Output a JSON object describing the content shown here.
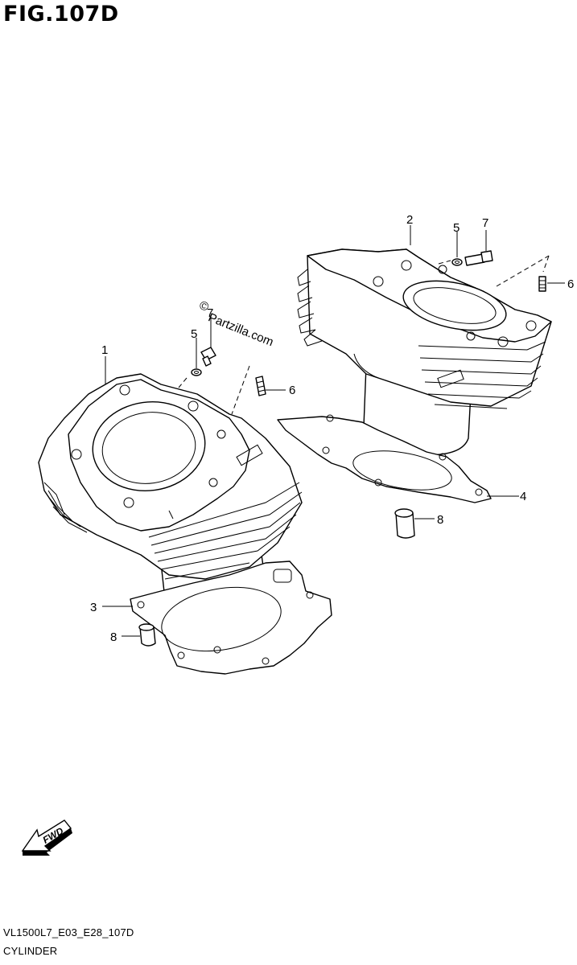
{
  "figure": {
    "title": "FIG.107D",
    "code": "VL1500L7_E03_E28_107D",
    "caption": "CYLINDER"
  },
  "watermark": {
    "symbol": "©",
    "text": "Partzilla.com"
  },
  "callouts": [
    {
      "id": "c1",
      "label": "1"
    },
    {
      "id": "c2",
      "label": "2"
    },
    {
      "id": "c3",
      "label": "3"
    },
    {
      "id": "c4",
      "label": "4"
    },
    {
      "id": "c5a",
      "label": "5"
    },
    {
      "id": "c5b",
      "label": "5"
    },
    {
      "id": "c6a",
      "label": "6"
    },
    {
      "id": "c6b",
      "label": "6"
    },
    {
      "id": "c7a",
      "label": "7"
    },
    {
      "id": "c7b",
      "label": "7"
    },
    {
      "id": "c8a",
      "label": "8"
    },
    {
      "id": "c8b",
      "label": "8"
    }
  ],
  "fwd_arrow": {
    "label": "FWD"
  }
}
